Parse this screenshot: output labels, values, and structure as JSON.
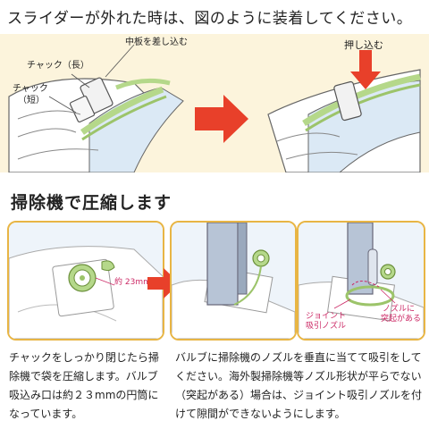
{
  "top_instruction": "スライダーが外れた時は、図のように装着してください。",
  "labels": {
    "insert_middle_plate": "中板を差し込む",
    "zipper_long": "チャック（長）",
    "zipper_short_line1": "チャック",
    "zipper_short_line2": "（短）",
    "push_in": "押し込む"
  },
  "section_title": "掃除機で圧縮します",
  "valve_label": "約 23mm",
  "joint_nozzle_line1": "ジョイント",
  "joint_nozzle_line2": "吸引ノズル",
  "protrusion_line1": "ノズルに",
  "protrusion_line2": "突起がある",
  "desc_left": "チャックをしっかり閉じたら掃除機で袋を圧縮します。バルブ吸込み口は約２３mmの円筒になっています。",
  "desc_right": "バルブに掃除機のノズルを垂直に当てて吸引をしてください。海外製掃除機等ノズル形状が平らでない（突起がある）場合は、ジョイント吸引ノズルを付けて隙間ができないようにします。",
  "colors": {
    "accent_orange": "#e8b544",
    "arrow_red": "#e8402a",
    "bag_green": "#b5d88a",
    "band": "#fcf4dc",
    "note_pink": "#cc2a66"
  }
}
